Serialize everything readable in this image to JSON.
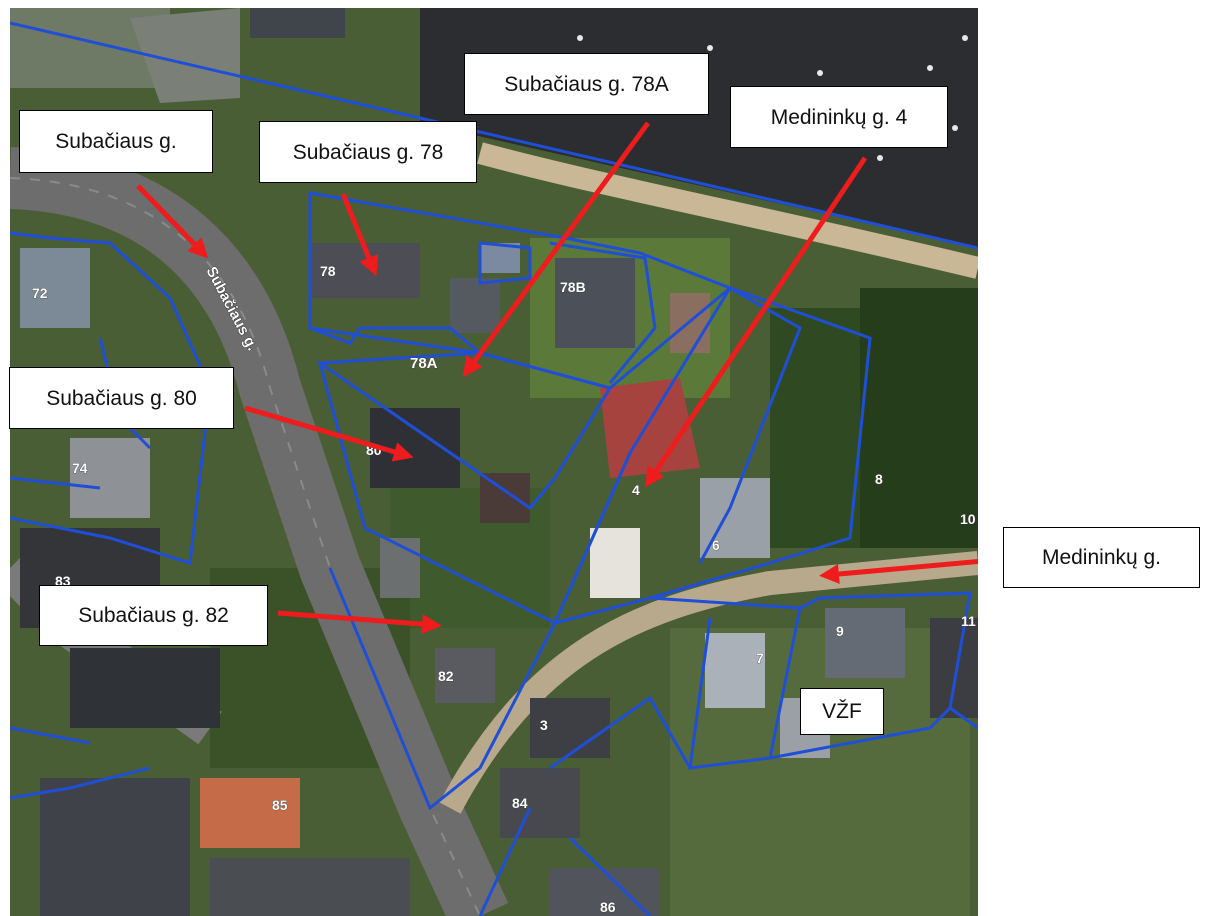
{
  "callouts": {
    "subaciaus_street": "Subačiaus g.",
    "subaciaus_78": "Subačiaus g. 78",
    "subaciaus_78a": "Subačiaus g. 78A",
    "medininku_4": "Medininkų g. 4",
    "subaciaus_80": "Subačiaus g. 80",
    "subaciaus_82": "Subačiaus g. 82",
    "medininku_street": "Medininkų g.",
    "vzf": "VŽF"
  },
  "road_label": "Subačiaus g.",
  "plot_numbers": {
    "p72": "72",
    "p74": "74",
    "p78": "78",
    "p78a": "78A",
    "p78b": "78B",
    "p80": "80",
    "p82": "82",
    "p83": "83",
    "p84": "84",
    "p85": "85",
    "p86": "86",
    "p3": "3",
    "p4": "4",
    "p6": "6",
    "p7": "7",
    "p8": "8",
    "p9": "9",
    "p10": "10",
    "p11": "11"
  },
  "colors": {
    "parcel_boundary": "#1f4fd6",
    "arrow": "#ee1c1c",
    "callout_border": "#000000"
  }
}
